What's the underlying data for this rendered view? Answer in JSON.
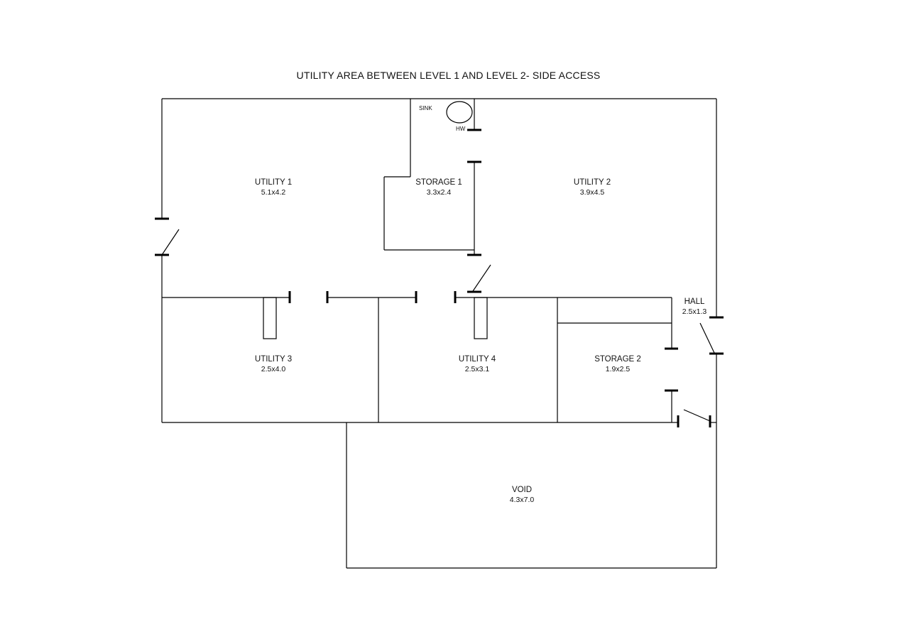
{
  "title": "UTILITY AREA BETWEEN LEVEL 1 AND LEVEL 2- SIDE ACCESS",
  "fixtures": {
    "sink": "SINK",
    "hw": "HW"
  },
  "rooms": {
    "utility1": {
      "name": "UTILITY 1",
      "dims": "5.1x4.2"
    },
    "storage1": {
      "name": "STORAGE 1",
      "dims": "3.3x2.4"
    },
    "utility2": {
      "name": "UTILITY 2",
      "dims": "3.9x4.5"
    },
    "hall": {
      "name": "HALL",
      "dims": "2.5x1.3"
    },
    "utility3": {
      "name": "UTILITY 3",
      "dims": "2.5x4.0"
    },
    "utility4": {
      "name": "UTILITY 4",
      "dims": "2.5x3.1"
    },
    "storage2": {
      "name": "STORAGE 2",
      "dims": "1.9x2.5"
    },
    "void": {
      "name": "VOID",
      "dims": "4.3x7.0"
    }
  }
}
